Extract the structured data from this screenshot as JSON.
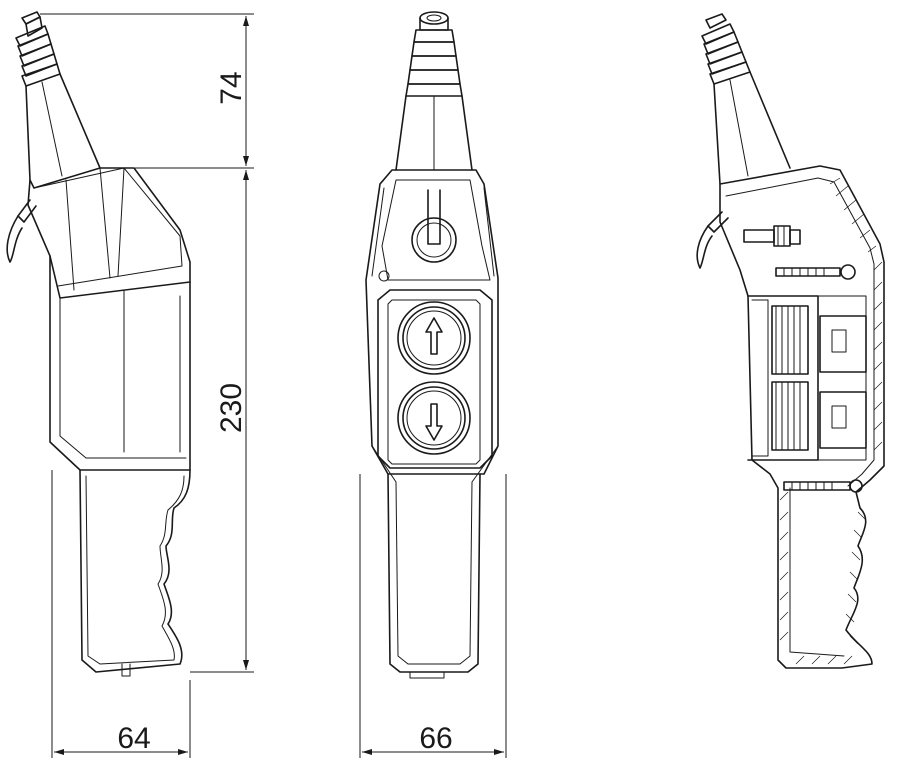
{
  "dimensions": {
    "height_top": "74",
    "height_body": "230",
    "width_side": "64",
    "width_front": "66"
  },
  "colors": {
    "line": "#1a1a1a",
    "background": "#ffffff"
  },
  "icons": {
    "up_button": "arrow-up-icon",
    "down_button": "arrow-down-icon"
  }
}
